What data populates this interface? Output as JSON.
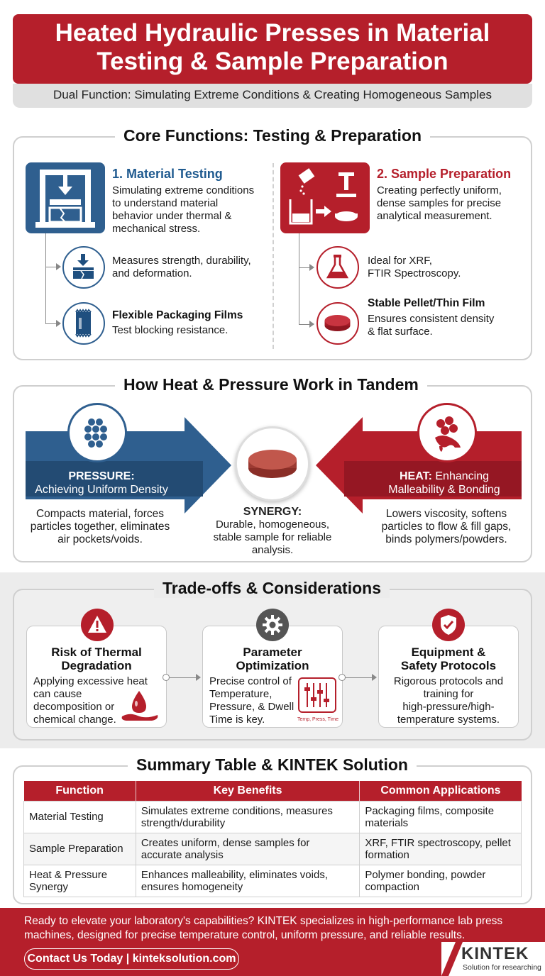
{
  "header": {
    "title_line1": "Heated Hydraulic Presses in Material",
    "title_line2": "Testing & Sample Preparation",
    "subtitle": "Dual Function: Simulating Extreme Conditions & Creating Homogeneous Samples"
  },
  "core": {
    "title": "Core Functions: Testing & Preparation",
    "testing": {
      "heading": "1. Material Testing",
      "desc": [
        "Simulating extreme conditions",
        "to understand material",
        "behavior under thermal &",
        "mechanical stress."
      ],
      "sub1": [
        "Measures strength, durability,",
        "and deformation."
      ],
      "sub2_title": "Flexible Packaging Films",
      "sub2_desc": "Test blocking resistance."
    },
    "prep": {
      "heading": "2. Sample Preparation",
      "desc": [
        "Creating perfectly uniform,",
        "dense samples for precise",
        "analytical measurement."
      ],
      "sub1": [
        "Ideal for XRF,",
        "FTIR Spectroscopy."
      ],
      "sub2_title": "Stable Pellet/Thin Film",
      "sub2_desc": [
        "Ensures consistent density",
        "& flat surface."
      ]
    }
  },
  "tandem": {
    "title": "How Heat & Pressure Work in Tandem",
    "pressure": {
      "label_bold": "PRESSURE:",
      "label_rest": "Achieving Uniform Density",
      "desc": [
        "Compacts material, forces",
        "particles together, eliminates",
        "air pockets/voids."
      ]
    },
    "synergy": {
      "label": "SYNERGY:",
      "desc": [
        "Durable, homogeneous,",
        "stable sample for reliable",
        "analysis."
      ]
    },
    "heat": {
      "label_bold": "HEAT:",
      "label_rest1": "Enhancing",
      "label_rest2": "Malleability & Bonding",
      "desc": [
        "Lowers viscosity, softens",
        "particles to flow & fill gaps,",
        "binds polymers/powders."
      ]
    }
  },
  "tradeoffs": {
    "title": "Trade-offs & Considerations",
    "cards": [
      {
        "title": [
          "Risk of Thermal",
          "Degradation"
        ],
        "desc": [
          "Applying excessive heat",
          "can cause",
          "decomposition or",
          "chemical change."
        ]
      },
      {
        "title": [
          "Parameter",
          "Optimization"
        ],
        "desc": [
          "Precise control of",
          "Temperature,",
          "Pressure, & Dwell",
          "Time is key."
        ],
        "icon_caption": "Temp, Press, Time"
      },
      {
        "title": [
          "Equipment &",
          "Safety Protocols"
        ],
        "desc": [
          "Rigorous protocols and",
          "training for",
          "high-pressure/high-",
          "temperature systems."
        ]
      }
    ]
  },
  "summary": {
    "title": "Summary Table & KINTEK Solution",
    "headers": [
      "Function",
      "Key Benefits",
      "Common Applications"
    ],
    "rows": [
      {
        "function": [
          "Material Testing"
        ],
        "benefits": [
          "Simulates extreme conditions, measures",
          "strength/durability"
        ],
        "apps": [
          "Packaging films, composite",
          "materials"
        ]
      },
      {
        "function": [
          "Sample Preparation"
        ],
        "benefits": [
          "Creates uniform, dense samples for",
          "accurate analysis"
        ],
        "apps": [
          "XRF, FTIR spectroscopy, pellet",
          "formation"
        ]
      },
      {
        "function": [
          "Heat & Pressure",
          "Synergy"
        ],
        "benefits": [
          "Enhances malleability, eliminates voids,",
          "ensures homogeneity"
        ],
        "apps": [
          "Polymer bonding, powder",
          "compaction"
        ]
      }
    ]
  },
  "footer": {
    "text_line1": "Ready to elevate your laboratory's capabilities? KINTEK specializes in high-performance lab press",
    "text_line2": "machines, designed for precise temperature control, uniform pressure, and reliable results.",
    "contact": "Contact Us Today | kinteksolution.com",
    "logo": "KINTEK",
    "logo_sub": "Solution for researching"
  },
  "colors": {
    "brand_red": "#b51f2b",
    "brand_blue": "#2f5f8f",
    "panel_border": "#cfcfcf"
  },
  "icons": [
    "press-icon",
    "crack-icon",
    "film-roll-icon",
    "powder-to-pellet-icon",
    "flask-icon",
    "pellet-icon",
    "particles-icon",
    "heat-melt-icon",
    "synergy-pellet-icon",
    "warning-icon",
    "gear-icon",
    "sliders-icon",
    "shield-check-icon",
    "drop-icon"
  ]
}
